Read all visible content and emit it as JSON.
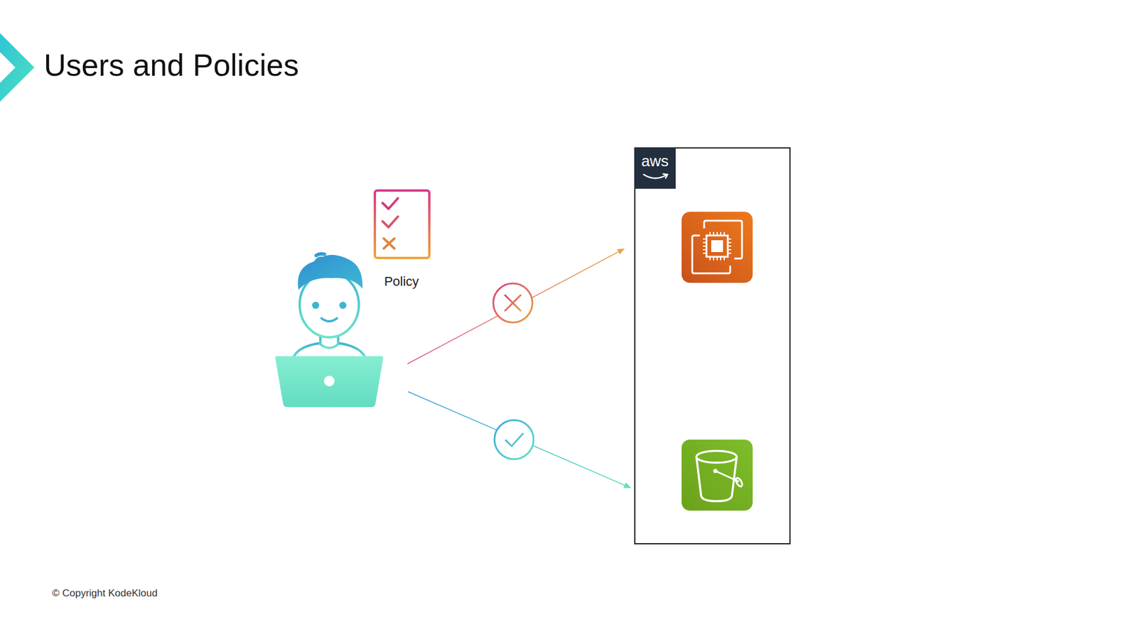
{
  "diagram": {
    "title": "Users and Policies",
    "nodes": [
      {
        "text": [
          "Policy"
        ]
      },
      {
        "text": [
          "aws"
        ]
      }
    ],
    "labels": [
      "© Copyright KodeKloud"
    ]
  }
}
